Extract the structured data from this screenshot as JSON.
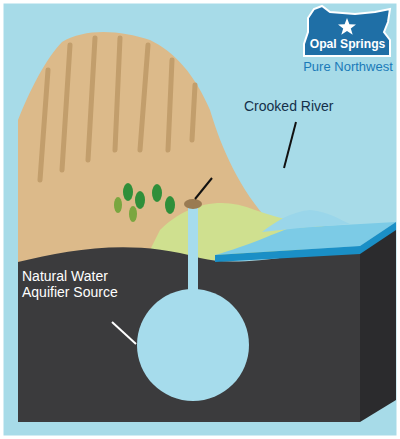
{
  "diagram": {
    "nodes": [
      {
        "text": [
          "Opal Springs"
        ]
      }
    ],
    "labels": [
      "Pure Northwest",
      "Crooked River",
      "Natural Water Aquifier Source"
    ]
  }
}
